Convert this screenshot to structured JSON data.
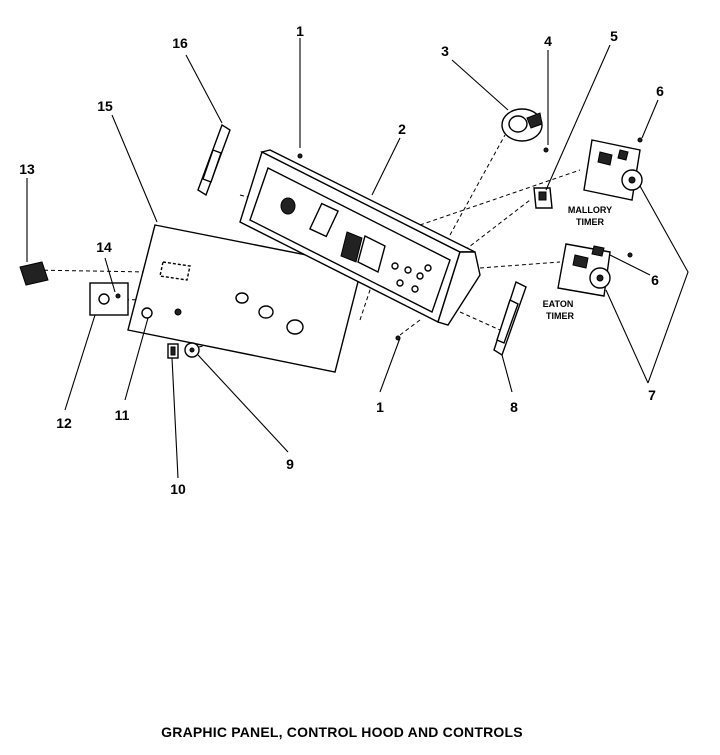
{
  "title": "GRAPHIC PANEL, CONTROL HOOD AND CONTROLS",
  "callouts": [
    "1",
    "2",
    "3",
    "4",
    "5",
    "6",
    "7",
    "8",
    "9",
    "10",
    "11",
    "12",
    "13",
    "14",
    "15",
    "16"
  ],
  "labels": {
    "mallory_timer": [
      "MALLORY",
      "TIMER"
    ],
    "eaton_timer": [
      "EATON",
      "TIMER"
    ]
  }
}
